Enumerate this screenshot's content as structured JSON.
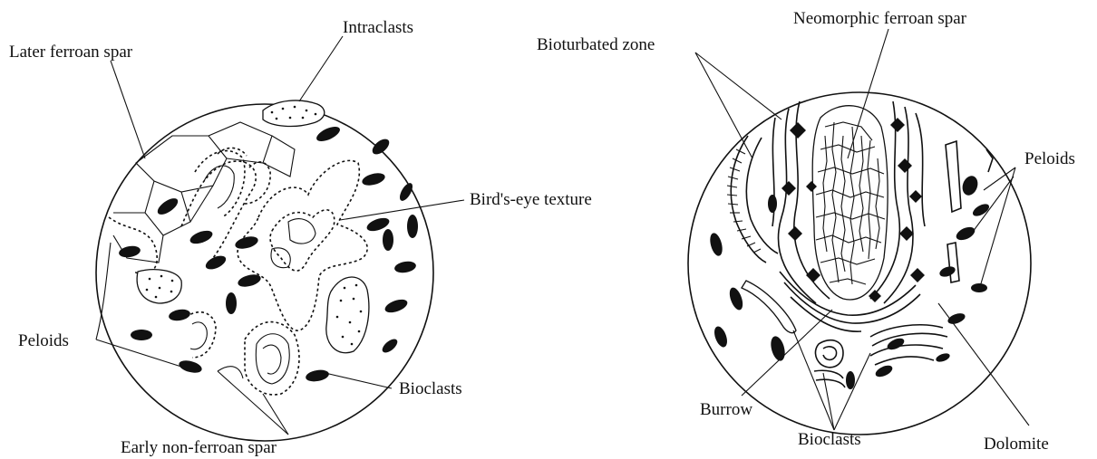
{
  "left_panel": {
    "labels": {
      "later_ferroan_spar": "Later ferroan spar",
      "intraclasts": "Intraclasts",
      "birds_eye_texture": "Bird's-eye texture",
      "peloids": "Peloids",
      "bioclasts": "Bioclasts",
      "early_non_ferroan_spar": "Early non-ferroan spar"
    }
  },
  "right_panel": {
    "labels": {
      "neomorphic_ferroan_spar": "Neomorphic ferroan spar",
      "bioturbated_zone": "Bioturbated zone",
      "peloids": "Peloids",
      "burrow": "Burrow",
      "bioclasts": "Bioclasts",
      "dolomite": "Dolomite"
    }
  }
}
